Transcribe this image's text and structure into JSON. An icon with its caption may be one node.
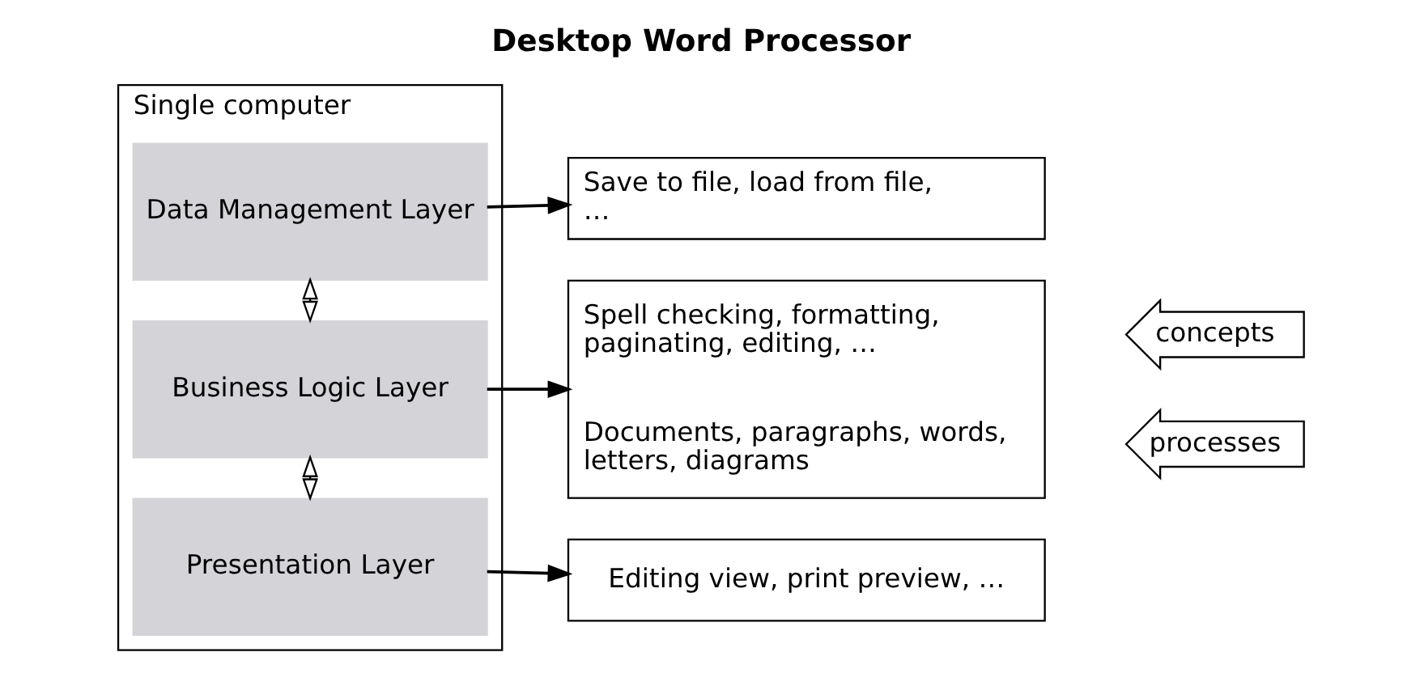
{
  "diagram": {
    "title": "Desktop Word Processor",
    "nodes": [
      {
        "text": [
          "Single computer"
        ]
      },
      {
        "text": [
          "Presentation Layer"
        ],
        "in": 0
      },
      {
        "text": [
          "Business Logic Layer"
        ],
        "in": 0
      },
      {
        "text": [
          "Data Management Layer"
        ],
        "in": 0
      },
      {
        "text": [
          "Editing view, print preview, …"
        ]
      },
      {
        "text": [
          "Spell checking, formatting, paginating, editing, …",
          "Documents, paragraphs, words, letters, diagrams"
        ]
      },
      {
        "text": [
          "Save to file, load from file, …"
        ]
      },
      {
        "text": [
          "processes"
        ]
      },
      {
        "text": [
          "concepts"
        ]
      }
    ],
    "edges": [
      {
        "from": 1,
        "to": 4,
        "arrow": "to"
      },
      {
        "from": 1,
        "to": 2,
        "arrow": "both"
      },
      {
        "from": 2,
        "to": 5,
        "arrow": "to"
      },
      {
        "from": 2,
        "to": 3,
        "arrow": "both"
      },
      {
        "from": 3,
        "to": 6,
        "arrow": "to"
      }
    ]
  }
}
